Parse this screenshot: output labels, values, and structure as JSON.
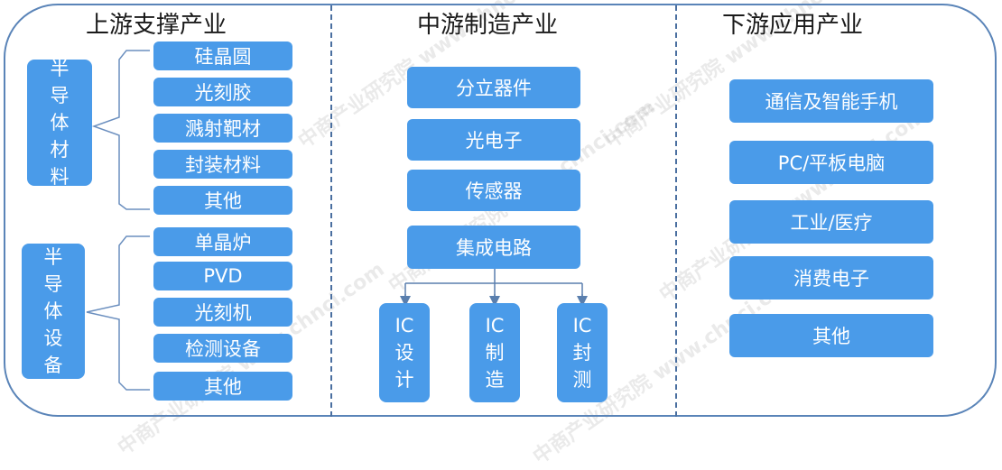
{
  "columns": {
    "upstream": {
      "title": "上游支撑产业",
      "materials": {
        "label": "半导体材料",
        "items": [
          "硅晶圆",
          "光刻胶",
          "溅射靶材",
          "封装材料",
          "其他"
        ]
      },
      "equipment": {
        "label": "半导体设备",
        "items": [
          "单晶炉",
          "PVD",
          "光刻机",
          "检测设备",
          "其他"
        ]
      }
    },
    "midstream": {
      "title": "中游制造产业",
      "items": [
        "分立器件",
        "光电子",
        "传感器",
        "集成电路"
      ],
      "ic_subs": [
        "IC设计",
        "IC制造",
        "IC封测"
      ]
    },
    "downstream": {
      "title": "下游应用产业",
      "items": [
        "通信及智能手机",
        "PC/平板电脑",
        "工业/医疗",
        "消费电子",
        "其他"
      ]
    }
  },
  "watermark": "中商产业研究院 www.chnci.com",
  "colors": {
    "box": "#4a9be9",
    "frame": "#5a84b8",
    "text_box": "#ffffff"
  }
}
